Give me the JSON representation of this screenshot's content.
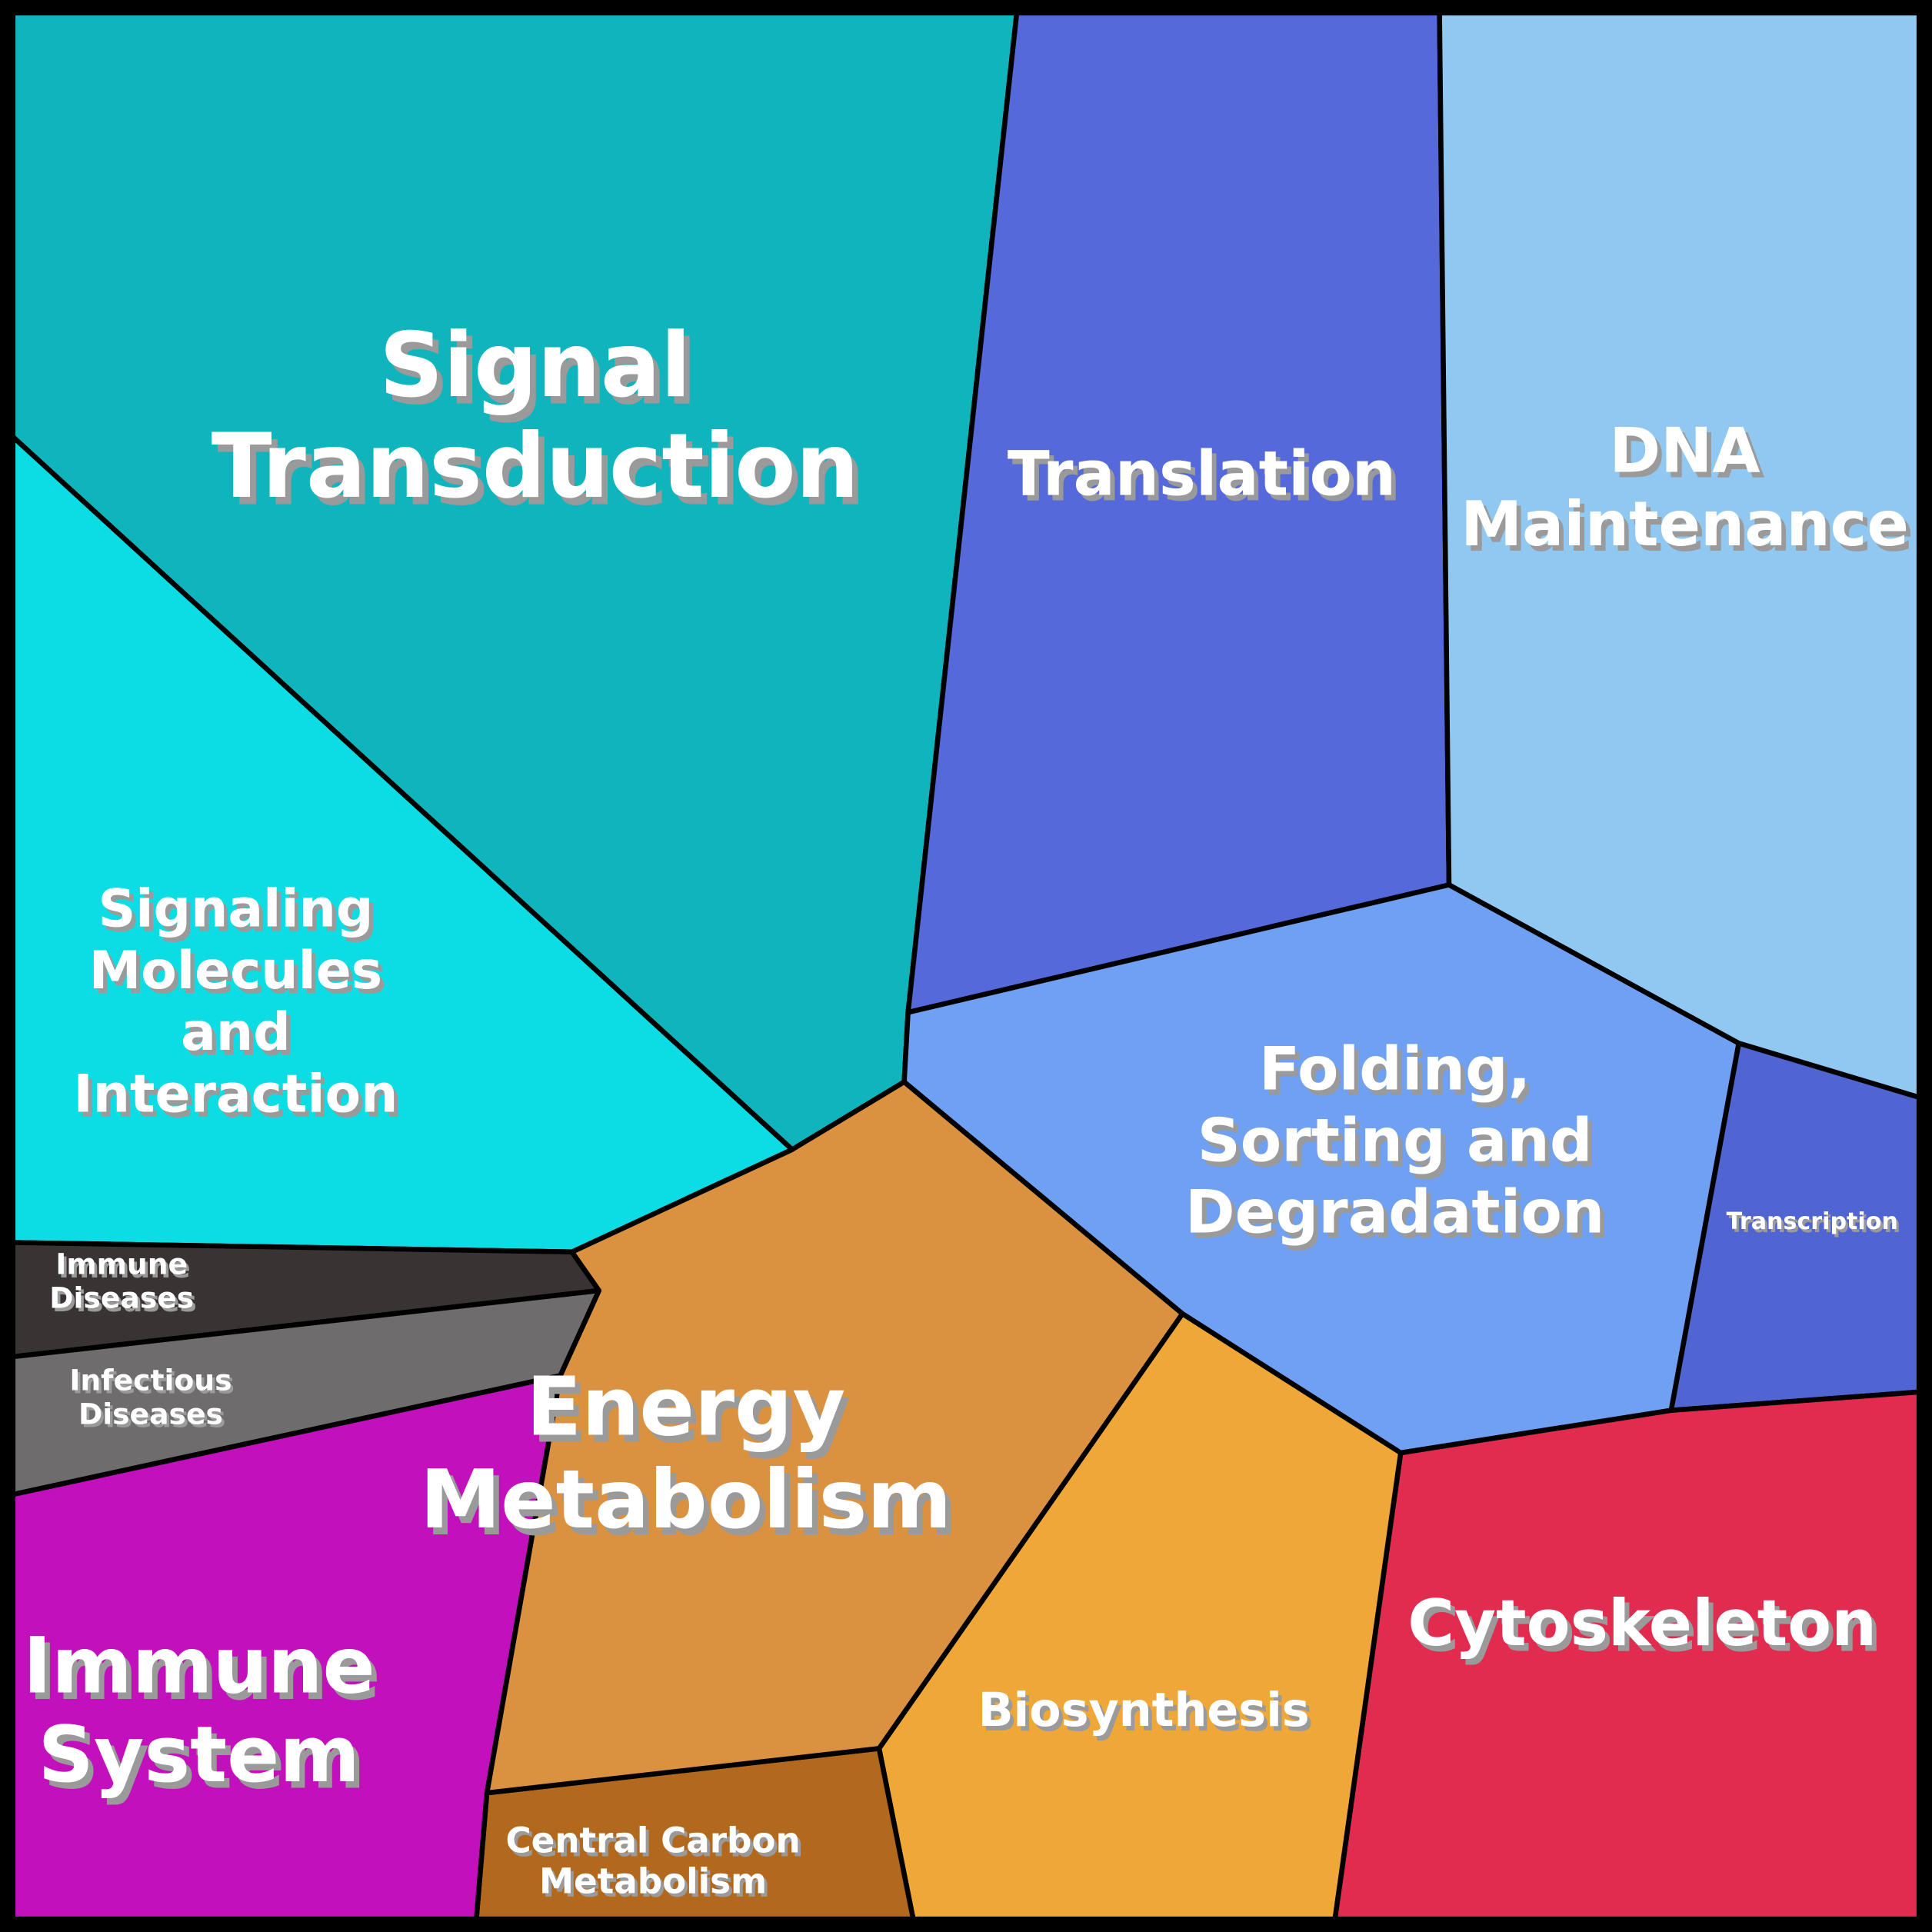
{
  "chart_data": {
    "type": "voronoi-treemap",
    "title": "",
    "legend": "none",
    "style": {
      "background": "#000000",
      "border_color": "#000000",
      "label_color": "#ffffff",
      "shadow_color": "#9a9a9a",
      "cell_stroke_width": 2.6,
      "frame_stroke_width": 8
    },
    "regions": [
      {
        "id": "signal-transduction",
        "label": "Signal Transduction",
        "label_lines": [
          "Signal",
          "Transduction"
        ],
        "color": "#10b4bc",
        "points": [
          [
            0,
            0
          ],
          [
            527,
            0
          ],
          [
            470,
            524
          ],
          [
            468,
            560
          ],
          [
            410,
            595
          ],
          [
            0,
            220
          ]
        ],
        "label_x": 277,
        "label_y": 215,
        "font_size": 46,
        "line_height": 52
      },
      {
        "id": "translation",
        "label": "Translation",
        "label_lines": [
          "Translation"
        ],
        "color": "#5569da",
        "points": [
          [
            527,
            0
          ],
          [
            745,
            0
          ],
          [
            750,
            458
          ],
          [
            470,
            524
          ]
        ],
        "label_x": 622,
        "label_y": 245,
        "font_size": 32,
        "line_height": 38
      },
      {
        "id": "dna-maintenance",
        "label": "DNA Maintenance",
        "label_lines": [
          "DNA",
          "Maintenance"
        ],
        "color": "#90c8f2",
        "points": [
          [
            745,
            0
          ],
          [
            1000,
            0
          ],
          [
            1000,
            570
          ],
          [
            900,
            540
          ],
          [
            750,
            458
          ]
        ],
        "label_x": 872,
        "label_y": 252,
        "font_size": 32,
        "line_height": 38
      },
      {
        "id": "folding-sorting-and-degradation",
        "label": "Folding, Sorting and Degradation",
        "label_lines": [
          "Folding,",
          "Sorting and",
          "Degradation"
        ],
        "color": "#6fa0f2",
        "points": [
          [
            470,
            524
          ],
          [
            750,
            458
          ],
          [
            900,
            540
          ],
          [
            865,
            730
          ],
          [
            725,
            752
          ],
          [
            612,
            680
          ],
          [
            468,
            560
          ]
        ],
        "label_x": 722,
        "label_y": 590,
        "font_size": 31,
        "line_height": 37
      },
      {
        "id": "transcription",
        "label": "Transcription",
        "label_lines": [
          "Transcription"
        ],
        "color": "#5065d2",
        "points": [
          [
            900,
            540
          ],
          [
            1000,
            570
          ],
          [
            1000,
            720
          ],
          [
            865,
            730
          ]
        ],
        "label_x": 938,
        "label_y": 632,
        "font_size": 12,
        "line_height": 14
      },
      {
        "id": "cytoskeleton",
        "label": "Cytoskeleton",
        "label_lines": [
          "Cytoskeleton"
        ],
        "color": "#e12b4f",
        "points": [
          [
            725,
            752
          ],
          [
            865,
            730
          ],
          [
            1000,
            720
          ],
          [
            1000,
            1000
          ],
          [
            690,
            1000
          ]
        ],
        "label_x": 850,
        "label_y": 840,
        "font_size": 33,
        "line_height": 38
      },
      {
        "id": "biosynthesis",
        "label": "Biosynthesis",
        "label_lines": [
          "Biosynthesis"
        ],
        "color": "#efa838",
        "points": [
          [
            612,
            680
          ],
          [
            725,
            752
          ],
          [
            690,
            1000
          ],
          [
            474,
            1000
          ],
          [
            455,
            905
          ]
        ],
        "label_x": 592,
        "label_y": 885,
        "font_size": 24,
        "line_height": 28
      },
      {
        "id": "central-carbon-metabolism",
        "label": "Central Carbon Metabolism",
        "label_lines": [
          "Central Carbon",
          "Metabolism"
        ],
        "color": "#b2691e",
        "points": [
          [
            252,
            928
          ],
          [
            455,
            905
          ],
          [
            474,
            1000
          ],
          [
            246,
            1000
          ]
        ],
        "label_x": 338,
        "label_y": 963,
        "font_size": 18,
        "line_height": 21
      },
      {
        "id": "energy-metabolism",
        "label": "Energy Metabolism",
        "label_lines": [
          "Energy",
          "Metabolism"
        ],
        "color": "#da9140",
        "points": [
          [
            410,
            595
          ],
          [
            468,
            560
          ],
          [
            612,
            680
          ],
          [
            455,
            905
          ],
          [
            252,
            928
          ],
          [
            290,
            712
          ],
          [
            310,
            668
          ],
          [
            296,
            648
          ]
        ],
        "label_x": 355,
        "label_y": 752,
        "font_size": 42,
        "line_height": 48
      },
      {
        "id": "signaling-molecules-and-interaction",
        "label": "Signaling Molecules and Interaction",
        "label_lines": [
          "Signaling",
          "Molecules",
          "and",
          "Interaction"
        ],
        "color": "#0cdde4",
        "points": [
          [
            0,
            220
          ],
          [
            410,
            595
          ],
          [
            296,
            648
          ],
          [
            0,
            643
          ]
        ],
        "label_x": 122,
        "label_y": 518,
        "font_size": 27,
        "line_height": 32
      },
      {
        "id": "immune-diseases",
        "label": "Immune Diseases",
        "label_lines": [
          "Immune",
          "Diseases"
        ],
        "color": "#3a3334",
        "points": [
          [
            0,
            643
          ],
          [
            296,
            648
          ],
          [
            310,
            668
          ],
          [
            0,
            703
          ]
        ],
        "label_x": 63,
        "label_y": 663,
        "font_size": 15,
        "line_height": 17.5
      },
      {
        "id": "infectious-diseases",
        "label": "Infectious Diseases",
        "label_lines": [
          "Infectious",
          "Diseases"
        ],
        "color": "#6e6c6d",
        "points": [
          [
            0,
            703
          ],
          [
            310,
            668
          ],
          [
            290,
            712
          ],
          [
            0,
            775
          ]
        ],
        "label_x": 78,
        "label_y": 723,
        "font_size": 15,
        "line_height": 17.5
      },
      {
        "id": "immune-system",
        "label": "Immune System",
        "label_lines": [
          "Immune",
          "System"
        ],
        "color": "#c110bc",
        "points": [
          [
            0,
            775
          ],
          [
            290,
            712
          ],
          [
            252,
            928
          ],
          [
            246,
            1000
          ],
          [
            0,
            1000
          ]
        ],
        "label_x": 103,
        "label_y": 885,
        "font_size": 40,
        "line_height": 46
      }
    ]
  }
}
